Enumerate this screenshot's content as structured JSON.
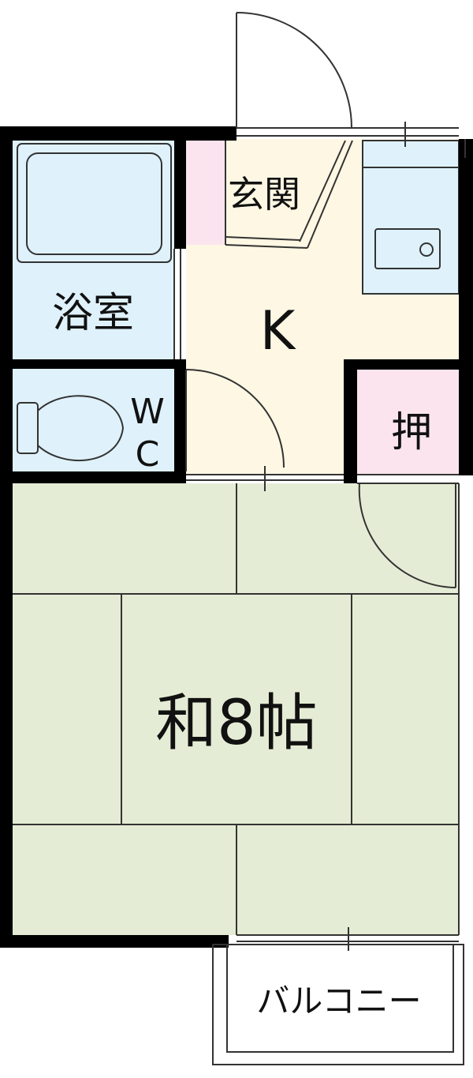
{
  "rooms": {
    "genkan": "玄関",
    "bath": "浴室",
    "kitchen": "K",
    "toilet_w": "W",
    "toilet_c": "C",
    "closet": "押",
    "washitsu": "和8帖",
    "balcony": "バルコニー"
  },
  "colors": {
    "wall": "#000000",
    "tatami": "#e5ecd5",
    "kitchen": "#fdf7e3",
    "wet": "#dff1fb",
    "closet": "#fbe4ee",
    "line": "#333333"
  }
}
